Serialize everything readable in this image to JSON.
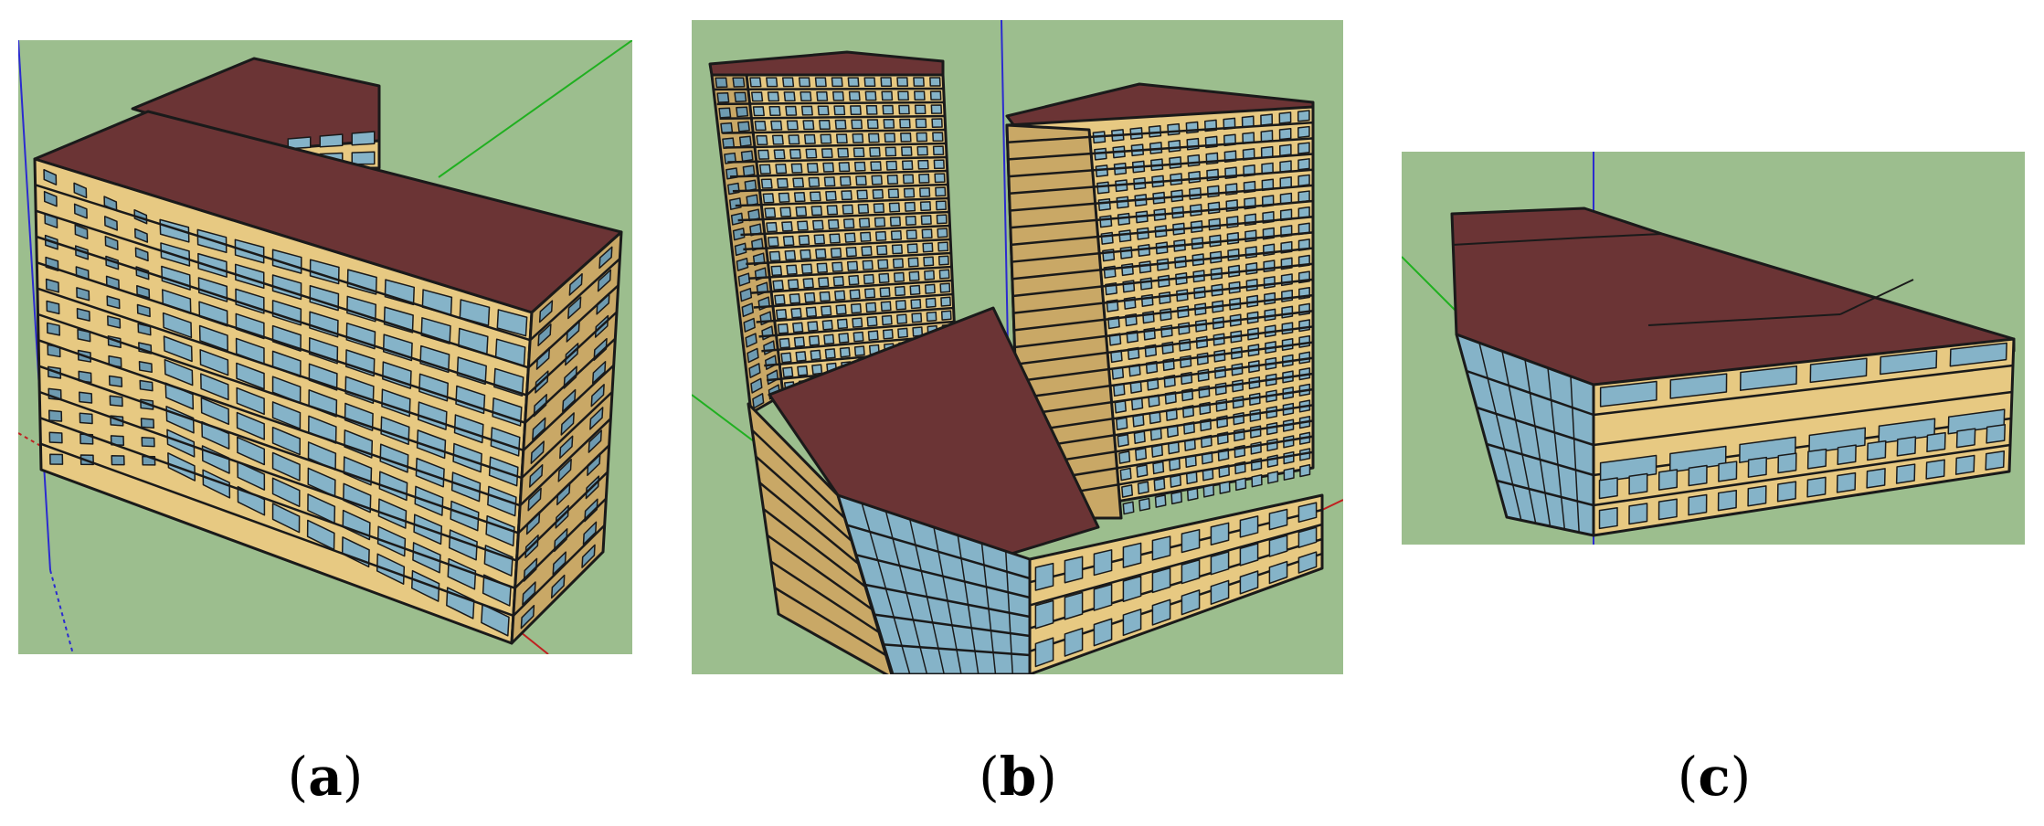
{
  "figure": {
    "panels": [
      {
        "id": "a",
        "label_open": "(",
        "letter": "a",
        "label_close": ")"
      },
      {
        "id": "b",
        "label_open": "(",
        "letter": "b",
        "label_close": ")"
      },
      {
        "id": "c",
        "label_open": "(",
        "letter": "c",
        "label_close": ")"
      }
    ]
  },
  "colors": {
    "background_green": "#9cbe8e",
    "roof": "#6b3435",
    "roof_dark": "#5a2c2e",
    "facade": "#e7c982",
    "facade_shade": "#c9a866",
    "window": "#85b3c8",
    "window_dark": "#6e9bb1",
    "edge": "#1a1a1a",
    "axis_blue": "#2b2bd0",
    "axis_green": "#20b020",
    "axis_red": "#c02020"
  }
}
